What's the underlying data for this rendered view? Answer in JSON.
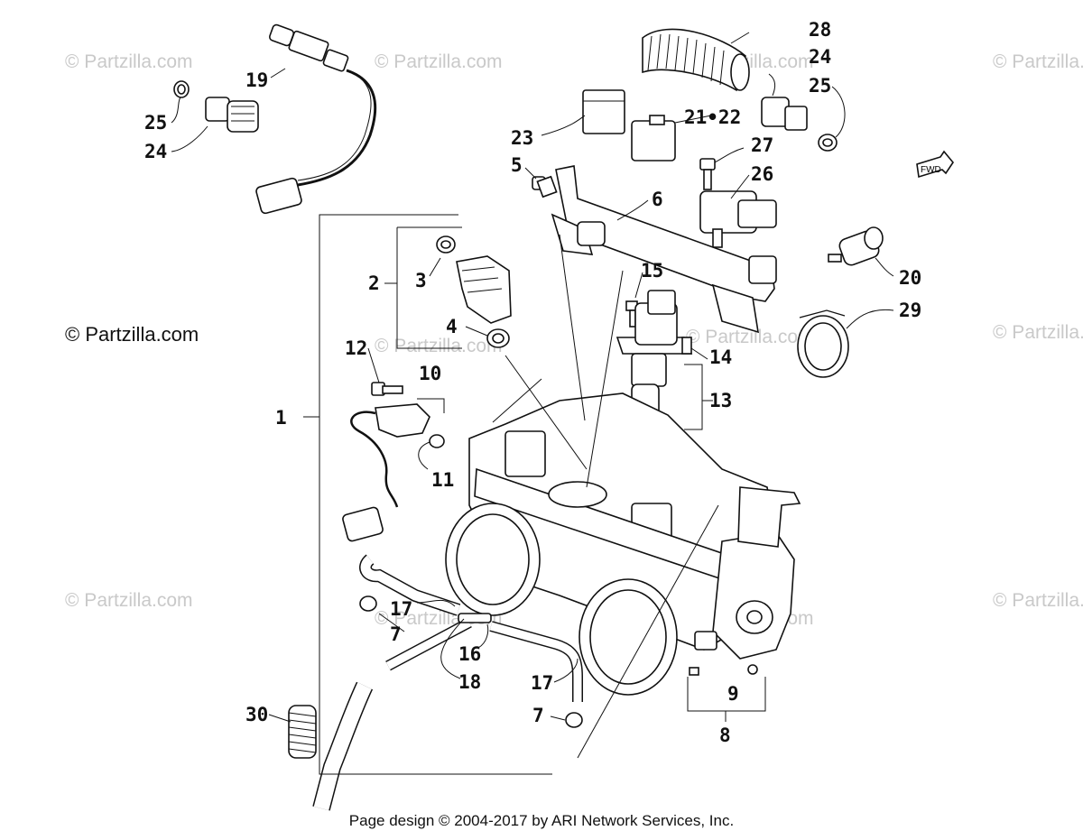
{
  "watermark": {
    "main": "© Partzilla.com",
    "repeat": "© Partzilla.com"
  },
  "callouts": {
    "c1": "1",
    "c2": "2",
    "c3": "3",
    "c4": "4",
    "c5": "5",
    "c6": "6",
    "c7a": "7",
    "c7b": "7",
    "c8": "8",
    "c9": "9",
    "c10": "10",
    "c11": "11",
    "c12": "12",
    "c13": "13",
    "c14": "14",
    "c15": "15",
    "c16": "16",
    "c17a": "17",
    "c17b": "17",
    "c18": "18",
    "c19": "19",
    "c20": "20",
    "c21": "21•22",
    "c23": "23",
    "c24a": "24",
    "c24b": "24",
    "c25a": "25",
    "c25b": "25",
    "c26": "26",
    "c27": "27",
    "c28": "28",
    "c29": "29",
    "c30": "30"
  },
  "fwd_label": "FWD",
  "footer": "Page design © 2004-2017 by ARI Network Services, Inc."
}
